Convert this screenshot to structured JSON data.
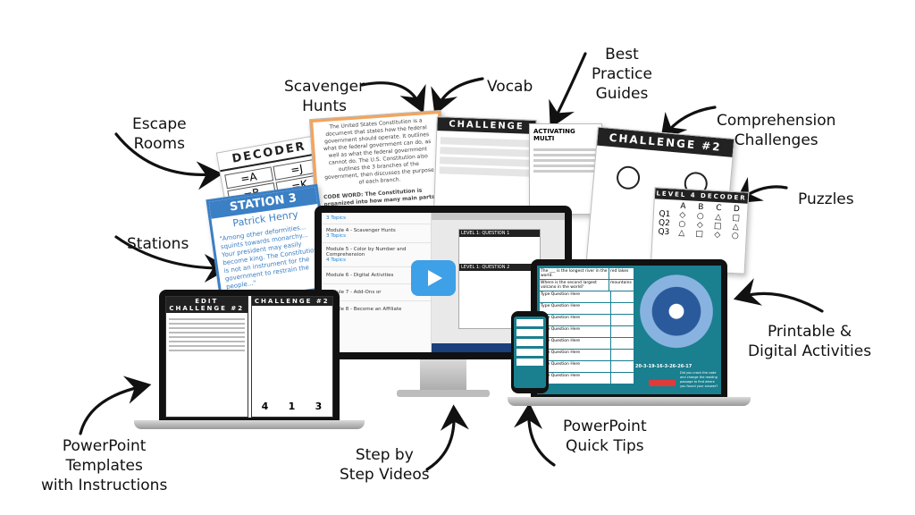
{
  "labels": {
    "escape_rooms": "Escape\nRooms",
    "scavenger_hunts": "Scavenger\nHunts",
    "vocab": "Vocab",
    "best_practice": "Best\nPractice\nGuides",
    "comprehension": "Comprehension\nChallenges",
    "puzzles": "Puzzles",
    "stations": "Stations",
    "printable": "Printable &\nDigital Activities",
    "powerpoint_templates": "PowerPoint\nTemplates\nwith Instructions",
    "step_videos": "Step by\nStep Videos",
    "powerpoint_tips": "PowerPoint\nQuick Tips"
  },
  "cards": {
    "decoder_title": "DECODER",
    "decoder_cells": [
      "=A",
      "=J",
      "=B",
      "=K"
    ],
    "station_title": "STATION 3",
    "station_subtitle": "Patrick Henry",
    "station_text": "\"Among other deformities... squints towards monarchy... Your president may easily become king. The Constitution is not an instrument for the government to restrain the people...\"",
    "constitution_text": "The United States Constitution is a document that states how the federal government should operate. It outlines what the federal government can do, as well as what the federal government cannot do. The U.S. Constitution also outlines the 3 branches of the government, then discusses the purpose of each branch.",
    "constitution_code": "CODE WORD: The Constitution is organized into how many main parts?",
    "challenge_title": "CHALLENGE",
    "activating_title": "ACTIVATING MULTI",
    "challenge2_title": "CHALLENGE #2",
    "level4_title": "LEVEL 4 DECODER",
    "level4_cols": [
      "A",
      "B",
      "C",
      "D"
    ],
    "level4_rows": [
      "Q1",
      "Q2",
      "Q3"
    ]
  },
  "laptop_left": {
    "left_title": "EDIT CHALLENGE #2",
    "right_title": "CHALLENGE #2",
    "answers": [
      "4",
      "1",
      "3"
    ]
  },
  "monitor": {
    "menu_items": [
      {
        "title": "",
        "sub": "3 Topics"
      },
      {
        "title": "Module 4 - Scavenger Hunts",
        "sub": "3 Topics"
      },
      {
        "title": "Module 5 - Color by Number and Comprehension",
        "sub": "4 Topics"
      },
      {
        "title": "Module 6 - Digital Activities",
        "sub": ""
      },
      {
        "title": "Module 7 - Add-Ons or",
        "sub": ""
      },
      {
        "title": "Module 8 - Become an Affiliate",
        "sub": ""
      }
    ],
    "slide_title": "LEVEL 1: QUESTION 1",
    "slide_title2": "LEVEL 1: QUESTION 2"
  },
  "laptop_right": {
    "rows": [
      {
        "q": "The ___ is the longest river in the world.",
        "a": "red lakes"
      },
      {
        "q": "Where is the second largest volcano in the world?",
        "a": "mountains"
      },
      {
        "q": "Type Question Here",
        "a": ""
      },
      {
        "q": "Type Question Here",
        "a": ""
      },
      {
        "q": "Type Question Here",
        "a": ""
      },
      {
        "q": "Type Question Here",
        "a": ""
      },
      {
        "q": "Type Question Here",
        "a": ""
      },
      {
        "q": "Type Question Here",
        "a": ""
      },
      {
        "q": "Type Question Here",
        "a": ""
      },
      {
        "q": "Type Question Here",
        "a": ""
      }
    ],
    "code": "20-3-19-16-3-26-26-17",
    "prompt": "Did you crack the code and change the reading passage to find where you found your answer?"
  },
  "colors": {
    "station_blue": "#3b7fc4",
    "monitor_teal": "#1a7f8f",
    "play_blue": "#3ea0e6",
    "orange_card": "#f5a45a"
  }
}
